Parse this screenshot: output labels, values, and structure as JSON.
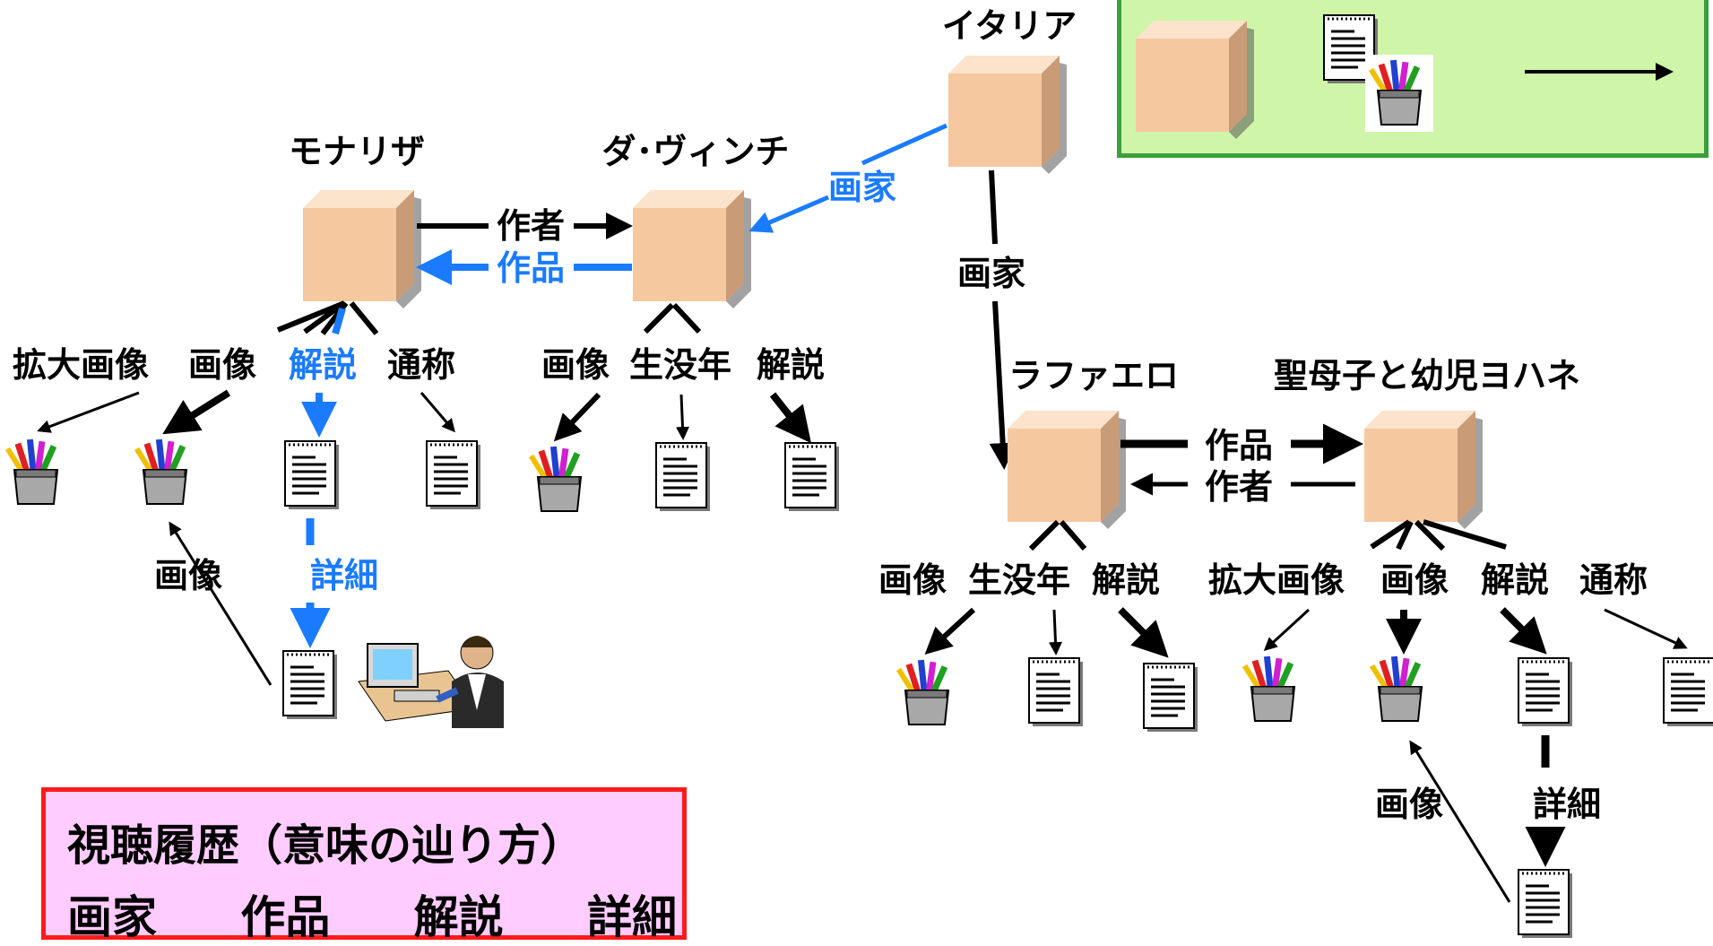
{
  "colors": {
    "accent_blue": "#1a7bff",
    "history_bg": "#ffccff",
    "history_border": "#ff1a1a",
    "legend_bg": "#cff5a8",
    "legend_border": "#3aa03a",
    "cube_face": "#f6c8a0"
  },
  "nodes": {
    "monalisa": "モナリザ",
    "davinci": "ダ･ヴィンチ",
    "italy": "イタリア",
    "raphael": "ラファエロ",
    "madonna": "聖母子と幼児ヨハネ"
  },
  "relations": {
    "author": "作者",
    "work": "作品",
    "painter": "画家",
    "detail": "詳細",
    "image": "画像"
  },
  "properties": {
    "enlarged_image": "拡大画像",
    "image": "画像",
    "commentary": "解説",
    "common_name": "通称",
    "lifespan": "生没年"
  },
  "history": {
    "title": "視聴履歴（意味の辿り方）",
    "steps": [
      "画家",
      "作品",
      "解説",
      "詳細"
    ]
  },
  "icons": [
    "cube-icon",
    "document-icon",
    "pencil-cup-icon",
    "person-at-computer-icon",
    "arrow-icon"
  ]
}
